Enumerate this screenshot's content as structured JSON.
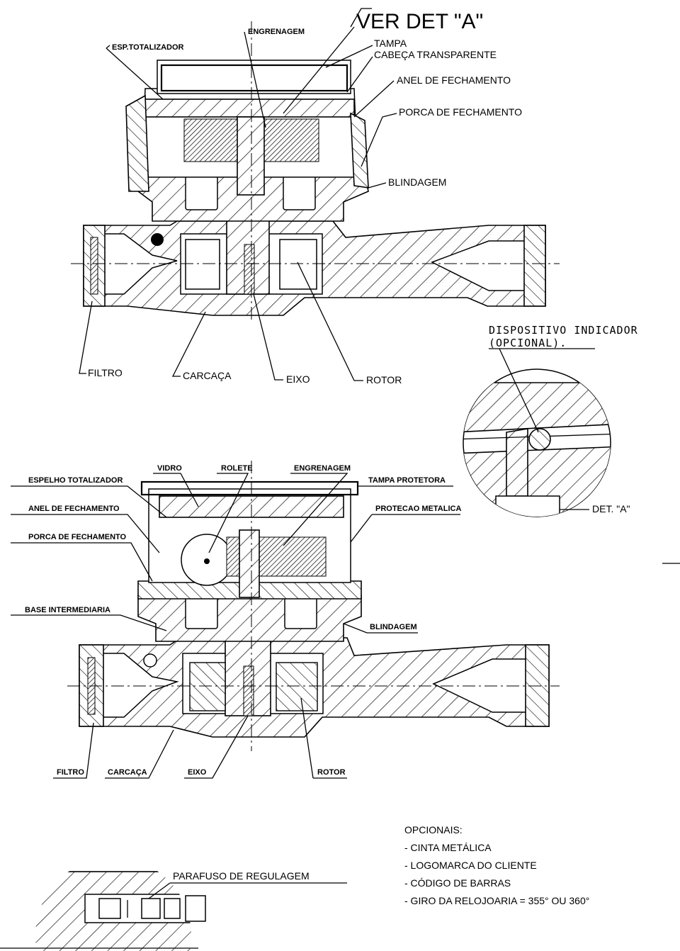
{
  "drawing": {
    "view1": {
      "ver_det": "VER DET \"A\"",
      "esp_totalizador": "ESP.TOTALIZADOR",
      "engrenagem": "ENGRENAGEM",
      "tampa": "TAMPA",
      "cabeca_transparente": "CABEÇA TRANSPARENTE",
      "anel_fechamento": "ANEL DE FECHAMENTO",
      "porca_fechamento": "PORCA DE FECHAMENTO",
      "blindagem": "BLINDAGEM",
      "filtro": "FILTRO",
      "carcaca": "CARCAÇA",
      "eixo": "EIXO",
      "rotor": "ROTOR"
    },
    "detail": {
      "dispositivo": "DISPOSITIVO INDICADOR",
      "opcional": "(OPCIONAL).",
      "det_a": "DET. \"A\""
    },
    "view2": {
      "espelho_totalizador": "ESPELHO TOTALIZADOR",
      "vidro": "VIDRO",
      "rolete": "ROLETE",
      "engrenagem": "ENGRENAGEM",
      "tampa_protetora": "TAMPA PROTETORA",
      "anel_fechamento": "ANEL DE FECHAMENTO",
      "protecao_metalica": "PROTECAO METALICA",
      "porca_fechamento": "PORCA DE FECHAMENTO",
      "base_intermediaria": "BASE INTERMEDIARIA",
      "blindagem": "BLINDAGEM",
      "filtro": "FILTRO",
      "carcaca": "CARCAÇA",
      "eixo": "EIXO",
      "rotor": "ROTOR"
    },
    "view3": {
      "parafuso": "PARAFUSO DE REGULAGEM"
    },
    "opcionais": {
      "title": "OPCIONAIS:",
      "items": [
        "- CINTA METÁLICA",
        "- LOGOMARCA DO CLIENTE",
        "- CÓDIGO DE BARRAS",
        "- GIRO DA RELOJOARIA = 355° OU 360°"
      ]
    }
  }
}
